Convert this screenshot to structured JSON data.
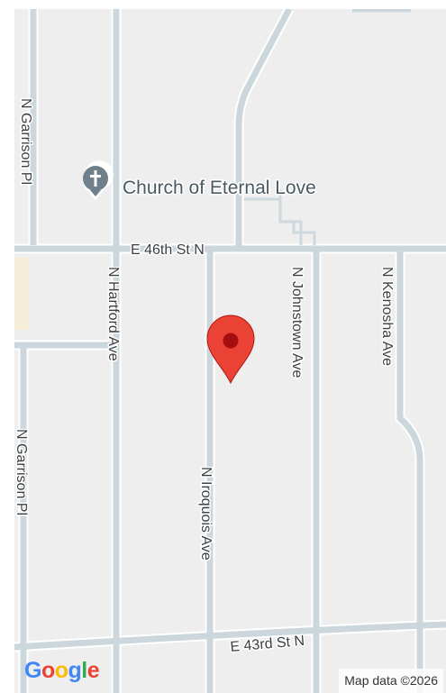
{
  "map": {
    "streets": {
      "n_garrison_pl_top": "N Garrison Pl",
      "n_garrison_pl_bottom": "N Garrison Pl",
      "n_hartford_ave": "N Hartford Ave",
      "e_46th_st_n": "E 46th St N",
      "n_iroquois_ave": "N Iroquois Ave",
      "n_johnstown_ave": "N Johnstown Ave",
      "n_kenosha_ave": "N Kenosha Ave",
      "e_43rd_st_n": "E 43rd St N"
    },
    "poi": {
      "name": "Church of Eternal Love",
      "icon": "church-cross-icon"
    },
    "marker": {
      "icon": "map-pin-icon",
      "color": "#ea4335"
    },
    "colors": {
      "land": "#eeeeee",
      "road": "#cbd6dd",
      "road_edge": "#ffffff",
      "poi_icon": "#70808a"
    }
  },
  "footer": {
    "logo_letters": [
      "G",
      "o",
      "o",
      "g",
      "l",
      "e"
    ],
    "logo_colors": [
      "#4285f4",
      "#ea4335",
      "#fbbc05",
      "#4285f4",
      "#34a853",
      "#ea4335"
    ],
    "attribution": "Map data ©2026"
  }
}
